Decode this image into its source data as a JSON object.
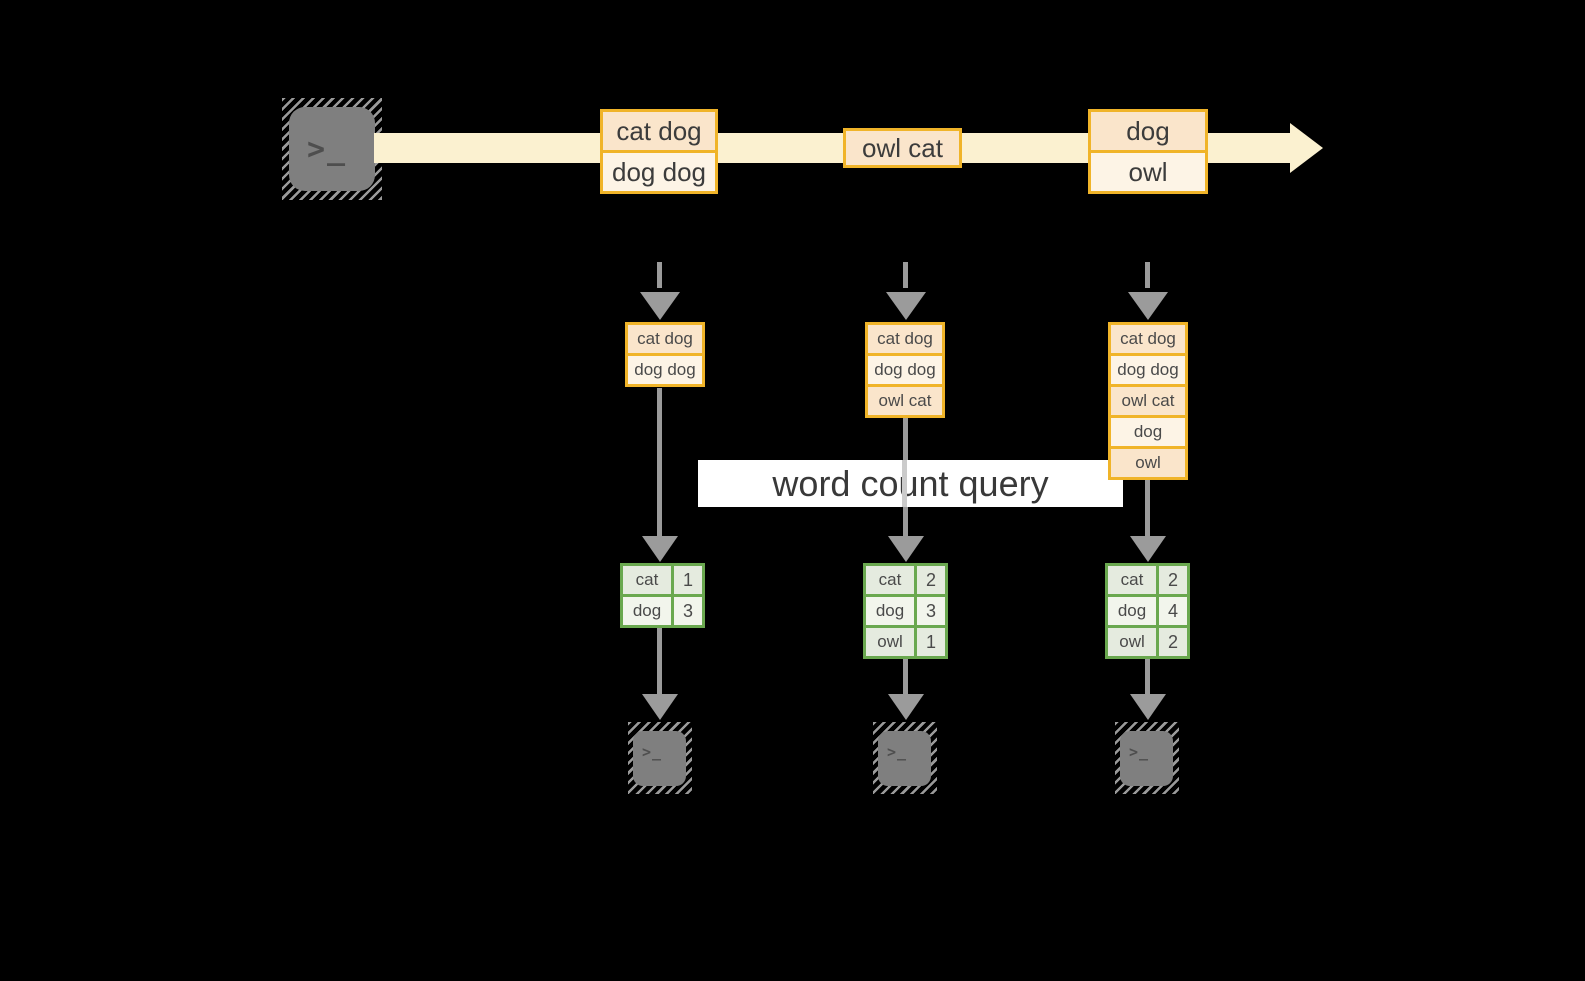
{
  "banner": {
    "label": "word count query"
  },
  "icons": {
    "source_prompt": ">_",
    "sink_prompt": ">_"
  },
  "stream": {
    "events": [
      {
        "cells": [
          "cat dog",
          "dog dog"
        ]
      },
      {
        "cells": [
          "owl cat"
        ]
      },
      {
        "cells": [
          "dog",
          "owl"
        ]
      }
    ]
  },
  "columns": [
    {
      "buffer": [
        "cat dog",
        "dog dog"
      ],
      "counts": [
        [
          "cat",
          "1"
        ],
        [
          "dog",
          "3"
        ]
      ]
    },
    {
      "buffer": [
        "cat dog",
        "dog dog",
        "owl cat"
      ],
      "counts": [
        [
          "cat",
          "2"
        ],
        [
          "dog",
          "3"
        ],
        [
          "owl",
          "1"
        ]
      ]
    },
    {
      "buffer": [
        "cat dog",
        "dog dog",
        "owl cat",
        "dog",
        "owl"
      ],
      "counts": [
        [
          "cat",
          "2"
        ],
        [
          "dog",
          "4"
        ],
        [
          "owl",
          "2"
        ]
      ]
    }
  ],
  "colors": {
    "background": "#000000",
    "stream_band": "#FBF1D0",
    "event_border": "#F0B429",
    "event_fill_dark": "#FAE5CB",
    "event_fill_light": "#FDF4E6",
    "table_border": "#6AA84F",
    "table_fill_dark": "#E5EBDF",
    "table_fill_light": "#F2F5EC",
    "arrow_gray": "#9B9B9B",
    "banner_background": "#FFFFFF",
    "text": "#3C3C3C"
  }
}
